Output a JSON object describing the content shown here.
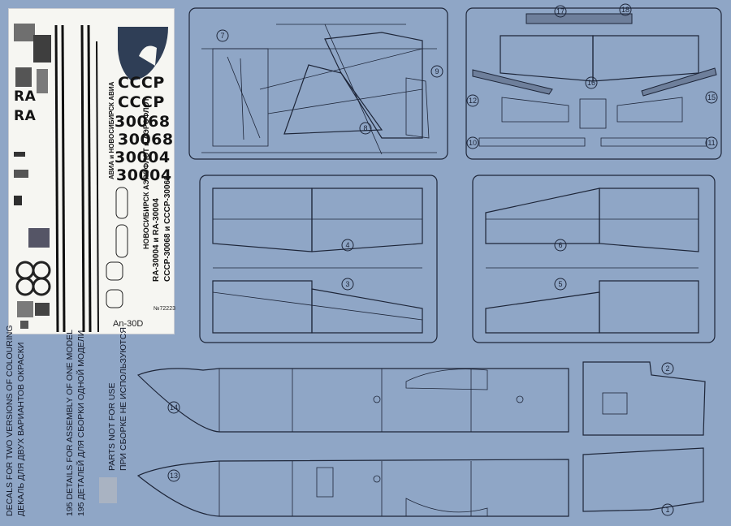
{
  "decals": {
    "reg_prefix": [
      "RA",
      "RA"
    ],
    "codes_right": [
      "СССР",
      "СССР",
      "30068",
      "30068",
      "30004",
      "30004"
    ],
    "vertical_lines": [
      "АВИА  и НОВОСИБИРСК  АВИА",
      "НОВОСИБИРСК  АЭРОФЛОТ  и  АЭРОФЛОТ",
      "RA-30004  и  RA-30004",
      "СССР-30068  и  СССР-30068"
    ],
    "model_code": "№72223",
    "kit_name": "An-30D"
  },
  "notes": {
    "decals_en": "DECALS FOR TWO VERSIONS OF COLOURING",
    "decals_ru": "ДЕКАЛЬ ДЛЯ ДВУХ ВАРИАНТОВ ОКРАСКИ",
    "parts_en": "195 DETAILS FOR ASSEMBLY OF ONE MODEL",
    "parts_ru": "195 ДЕТАЛЕЙ ДЛЯ СБОРКИ ОДНОЙ МОДЕЛИ",
    "unused_en": "PARTS NOT FOR USE",
    "unused_ru": "ПРИ СБОРКЕ НЕ ИСПОЛЬЗУЮТСЯ"
  },
  "part_numbers": [
    "7",
    "9",
    "8",
    "17",
    "18",
    "12",
    "16",
    "15",
    "10",
    "11",
    "4",
    "3",
    "6",
    "5",
    "14",
    "13",
    "2",
    "1"
  ]
}
